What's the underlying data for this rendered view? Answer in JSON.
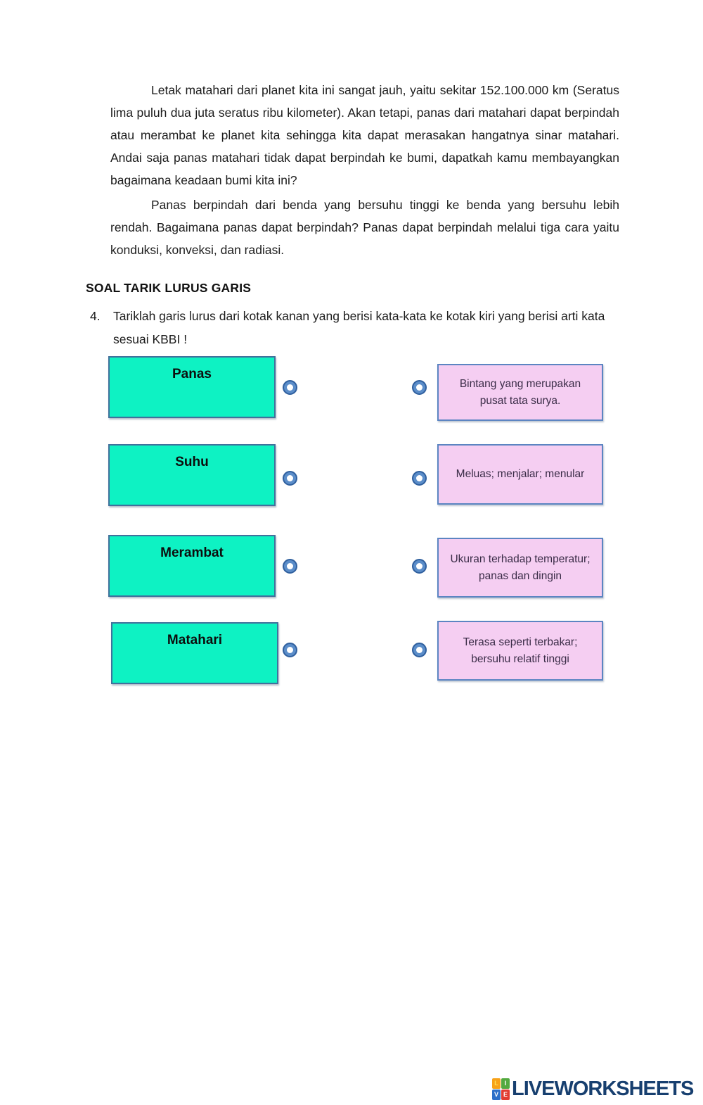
{
  "intro": {
    "paragraph1": "Letak matahari dari planet kita ini sangat jauh, yaitu sekitar 152.100.000 km (Seratus lima puluh dua juta seratus ribu kilometer). Akan tetapi, panas dari matahari dapat berpindah atau merambat ke planet kita sehingga kita dapat merasakan hangatnya sinar matahari. Andai saja panas matahari tidak dapat berpindah ke bumi, dapatkah kamu membayangkan bagaimana keadaan bumi kita ini?",
    "paragraph2": "Panas berpindah dari benda yang bersuhu tinggi ke benda yang bersuhu lebih rendah. Bagaimana panas dapat berpindah? Panas dapat berpindah melalui tiga cara yaitu konduksi, konveksi, dan radiasi."
  },
  "section": {
    "heading": "SOAL TARIK LURUS GARIS"
  },
  "question": {
    "number": "4.",
    "text": "Tariklah garis lurus dari kotak kanan yang berisi kata-kata ke kotak kiri yang berisi arti kata sesuai KBBI !"
  },
  "matching": {
    "left_items": [
      {
        "label": "Panas"
      },
      {
        "label": "Suhu"
      },
      {
        "label": "Merambat"
      },
      {
        "label": "Matahari"
      }
    ],
    "right_items": [
      {
        "label": "Bintang yang merupakan pusat tata surya."
      },
      {
        "label": "Meluas; menjalar; menular"
      },
      {
        "label": "Ukuran terhadap temperatur; panas dan dingin"
      },
      {
        "label": "Terasa seperti terbakar; bersuhu relatif tinggi"
      }
    ],
    "colors": {
      "term_box_fill": "#0ef2c3",
      "term_box_border": "#41719c",
      "definition_box_fill": "#f5cef2",
      "definition_box_border": "#5c85c2",
      "connector_fill": "#5b8dc9",
      "connector_border": "#2f5f9e"
    }
  },
  "footer": {
    "logo_text": "LIVEWORKSHEETS",
    "logo_text_color": "#173f6f",
    "logo_tiles": [
      {
        "letter": "L",
        "color": "#f7a219"
      },
      {
        "letter": "I",
        "color": "#53a93f"
      },
      {
        "letter": "V",
        "color": "#2d70c9"
      },
      {
        "letter": "E",
        "color": "#e23c32"
      }
    ]
  }
}
